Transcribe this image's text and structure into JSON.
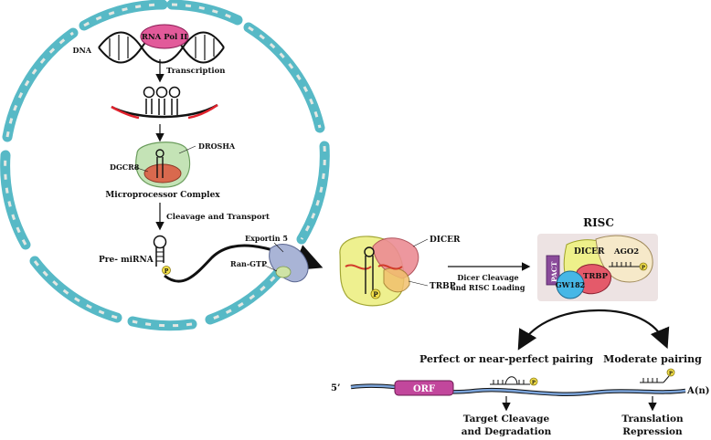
{
  "labels": {
    "rna_pol": "RNA Pol II",
    "dna": "DNA",
    "transcription": "Transcription",
    "drosha": "DROSHA",
    "dgcr8": "DGCR8",
    "microprocessor": "Microprocessor Complex",
    "cleavage_transport": "Cleavage and Transport",
    "pre_mirna": "Pre- miRNA",
    "exportin5": "Exportin 5",
    "ran_gtp": "Ran-GTP",
    "dicer": "DICER",
    "trbp": "TRBP",
    "dicer_cleavage_1": "Dicer Cleavage",
    "dicer_cleavage_2": "and RISC Loading",
    "risc": "RISC",
    "risc_dicer": "DICER",
    "risc_ago2": "AGO2",
    "risc_pact": "PACT",
    "risc_trbp": "TRBP",
    "risc_gw182": "GW182",
    "perfect_pairing": "Perfect or near-perfect pairing",
    "moderate_pairing": "Moderate pairing",
    "five_prime": "5’",
    "orf": "ORF",
    "poly_a": "A(n)",
    "target_cleavage_1": "Target Cleavage",
    "target_cleavage_2": "and Degradation",
    "translation_1": "Translation",
    "translation_2": "Repression",
    "phosphate": "P"
  },
  "colors": {
    "nuclear_envelope": "#57b9c6",
    "nucleus_fill": "#ffffff",
    "rna_pol": "#e25a9a",
    "drosha": "#c4e3b6",
    "dgcr8_core": "#d9694e",
    "dicer_pink": "#ec8c94",
    "trbp_yellow": "#eef08a",
    "risc_panel": "#ede3e3",
    "ago2": "#f6e9c9",
    "pact": "#8a4b9a",
    "gw182": "#46b7e6",
    "trbp_red": "#e45a6a",
    "orf": "#c2479c",
    "mrna": "#7aa3d9",
    "phosphate": "#f3e04a",
    "rna_red": "#e1212c"
  }
}
